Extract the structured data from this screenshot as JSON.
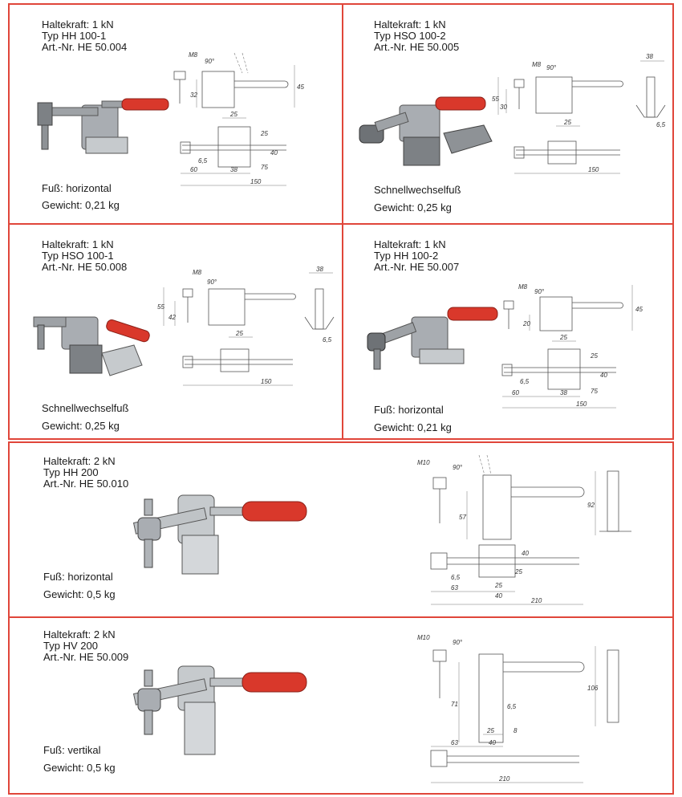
{
  "products": [
    {
      "holding_force": "Haltekraft: 1 kN",
      "type": "Typ HH 100-1",
      "art_no": "Art.-Nr. HE 50.004",
      "base": "Fuß: horizontal",
      "weight": "Gewicht: 0,21 kg",
      "thread": "M8",
      "angle": "90°",
      "dims": [
        "32",
        "45",
        "25",
        "25",
        "6,5",
        "40",
        "75",
        "60",
        "38",
        "150"
      ]
    },
    {
      "holding_force": "Haltekraft: 1 kN",
      "type": "Typ HSO 100-2",
      "art_no": "Art.-Nr. HE 50.005",
      "base": "Schnellwechselfuß",
      "weight": "Gewicht: 0,25 kg",
      "thread": "M8",
      "angle": "90°",
      "dims": [
        "55",
        "30",
        "25",
        "150",
        "38",
        "6,5"
      ]
    },
    {
      "holding_force": "Haltekraft: 1 kN",
      "type": "Typ HSO 100-1",
      "art_no": "Art.-Nr. HE 50.008",
      "base": "Schnellwechselfuß",
      "weight": "Gewicht: 0,25 kg",
      "thread": "M8",
      "angle": "90°",
      "dims": [
        "55",
        "42",
        "25",
        "150",
        "38",
        "6,5"
      ]
    },
    {
      "holding_force": "Haltekraft: 1 kN",
      "type": "Typ HH 100-2",
      "art_no": "Art.-Nr. HE 50.007",
      "base": "Fuß: horizontal",
      "weight": "Gewicht: 0,21 kg",
      "thread": "M8",
      "angle": "90°",
      "dims": [
        "20",
        "45",
        "25",
        "25",
        "6,5",
        "40",
        "75",
        "60",
        "38",
        "150"
      ]
    },
    {
      "holding_force": "Haltekraft: 2 kN",
      "type": "Typ HH 200",
      "art_no": "Art.-Nr. HE 50.010",
      "base": "Fuß: horizontal",
      "weight": "Gewicht: 0,5 kg",
      "thread": "M10",
      "angle": "90°",
      "dims": [
        "57",
        "92",
        "40",
        "6,5",
        "25",
        "25",
        "63",
        "40",
        "210"
      ]
    },
    {
      "holding_force": "Haltekraft: 2 kN",
      "type": "Typ HV 200",
      "art_no": "Art.-Nr. HE 50.009",
      "base": "Fuß: vertikal",
      "weight": "Gewicht: 0,5 kg",
      "thread": "M10",
      "angle": "90°",
      "dims": [
        "71",
        "106",
        "6,5",
        "8",
        "25",
        "63",
        "40",
        "210"
      ]
    }
  ],
  "colors": {
    "frame": "#e0463a",
    "handle": "#d9382b",
    "metal": "#b8bcc0"
  }
}
